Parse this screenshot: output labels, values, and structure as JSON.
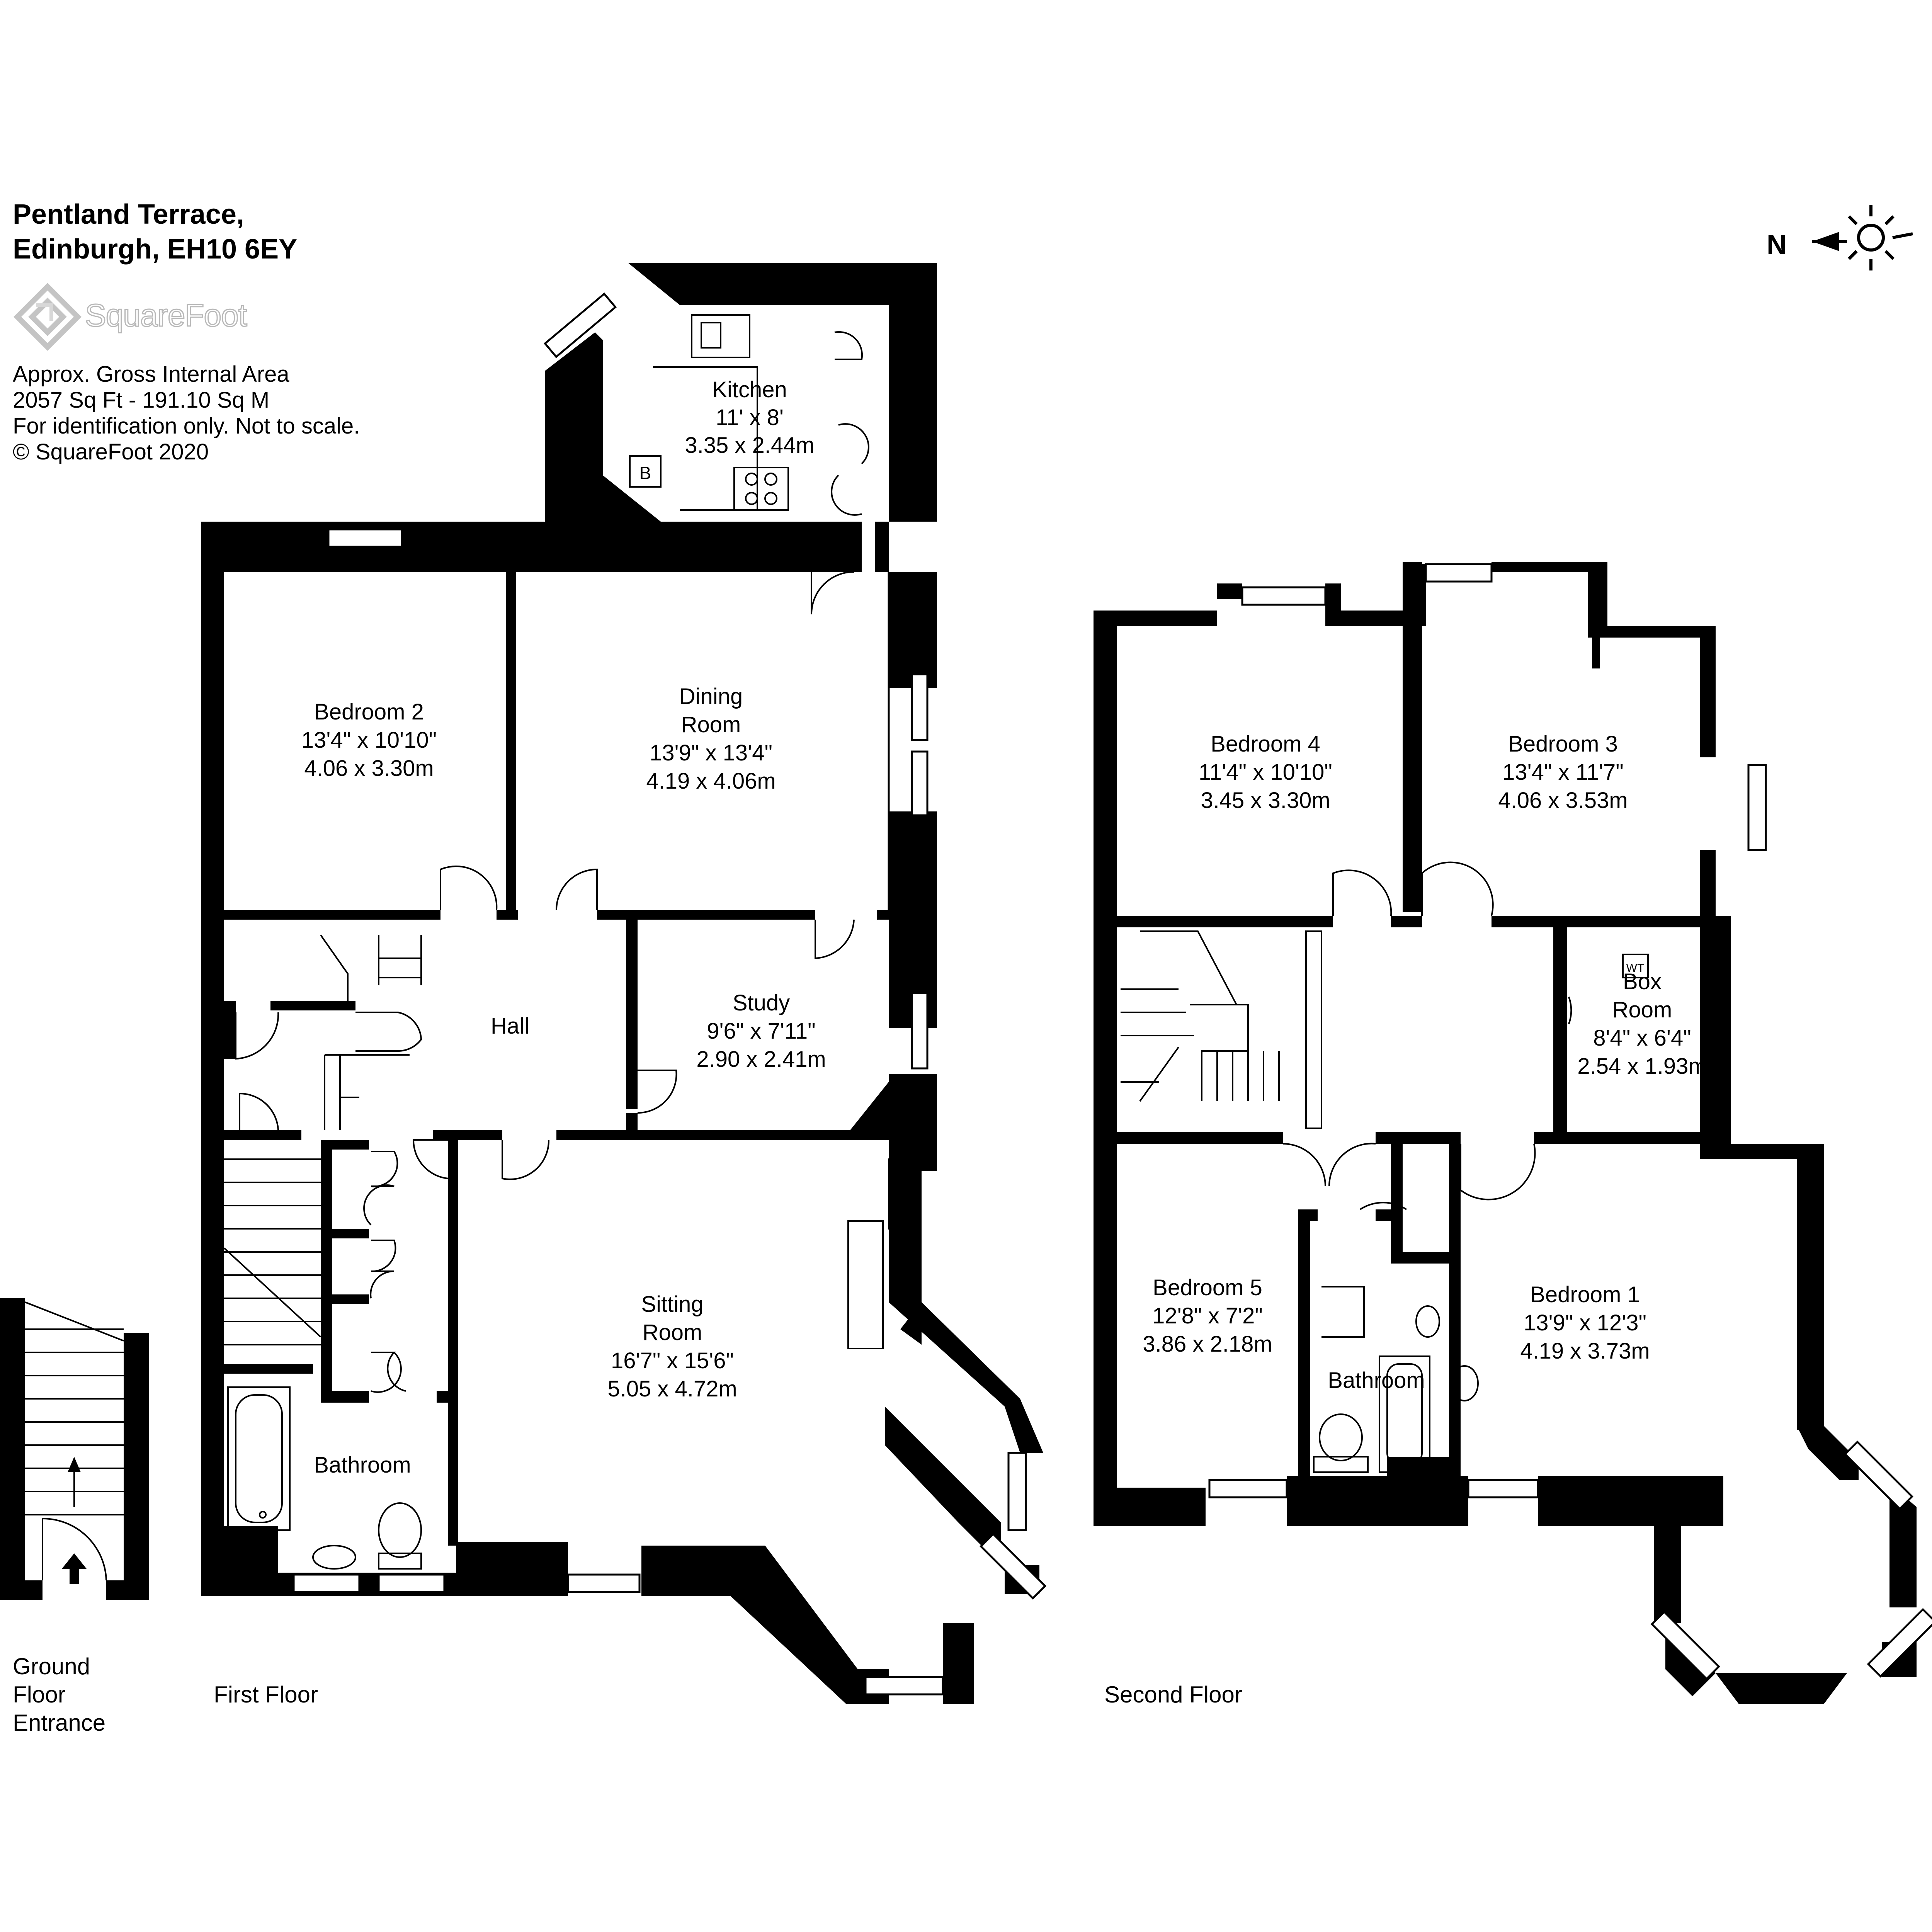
{
  "header": {
    "address_line1": "Pentland Terrace,",
    "address_line2": "Edinburgh, EH10 6EY",
    "brand": "SquareFoot",
    "area_label": "Approx. Gross Internal Area",
    "area_value": "2057 Sq Ft  -  191.10 Sq M",
    "disclaimer": "For identification only. Not to scale.",
    "copyright": "© SquareFoot 2020"
  },
  "compass": {
    "letter": "N"
  },
  "floors": {
    "ground": [
      "Ground",
      "Floor",
      "Entrance"
    ],
    "first": "First Floor",
    "second": "Second Floor"
  },
  "rooms": {
    "kitchen": {
      "name": "Kitchen",
      "imperial": "11' x 8'",
      "metric": "3.35 x 2.44m"
    },
    "bedroom2": {
      "name": "Bedroom 2",
      "imperial": "13'4\" x 10'10\"",
      "metric": "4.06 x 3.30m"
    },
    "dining": {
      "name1": "Dining",
      "name2": "Room",
      "imperial": "13'9\" x 13'4\"",
      "metric": "4.19 x 4.06m"
    },
    "hall": {
      "name": "Hall"
    },
    "study": {
      "name": "Study",
      "imperial": "9'6\" x 7'11\"",
      "metric": "2.90 x 2.41m"
    },
    "sitting": {
      "name1": "Sitting",
      "name2": "Room",
      "imperial": "16'7\" x 15'6\"",
      "metric": "5.05 x 4.72m"
    },
    "bathroom1": {
      "name": "Bathroom"
    },
    "bedroom4": {
      "name": "Bedroom 4",
      "imperial": "11'4\" x 10'10\"",
      "metric": "3.45 x 3.30m"
    },
    "bedroom3": {
      "name": "Bedroom 3",
      "imperial": "13'4\" x 11'7\"",
      "metric": "4.06 x 3.53m"
    },
    "boxroom": {
      "name1": "Box",
      "name2": "Room",
      "imperial": "8'4\" x 6'4\"",
      "metric": "2.54 x 1.93m"
    },
    "bedroom5": {
      "name": "Bedroom 5",
      "imperial": "12'8\" x 7'2\"",
      "metric": "3.86 x 2.18m"
    },
    "bathroom2": {
      "name": "Bathroom"
    },
    "bedroom1": {
      "name": "Bedroom 1",
      "imperial": "13'9\" x 12'3\"",
      "metric": "4.19 x 3.73m"
    }
  },
  "fixtures": {
    "boiler": "B",
    "water_tank": "WT"
  }
}
